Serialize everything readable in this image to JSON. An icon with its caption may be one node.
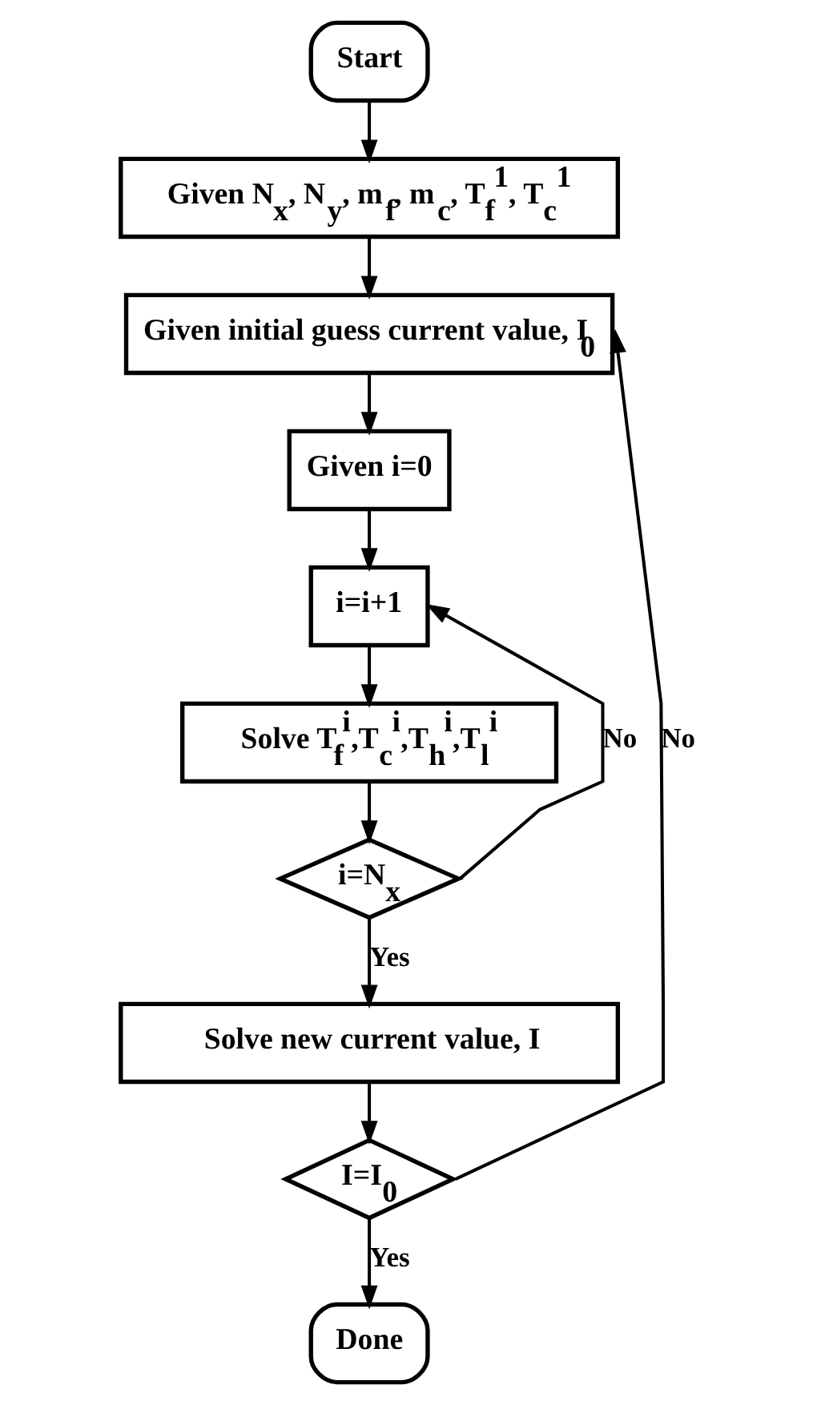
{
  "diagram": {
    "nodes": [
      {
        "text": [
          "Start"
        ]
      },
      {
        "text": [
          "Given N$_{x}$, N$_{y}$, m$_{f}$, m$_{c}$, T$_{f}$$^{1}$, T$_{c}$$^{1}$"
        ]
      },
      {
        "text": [
          "Given initial guess current value, I$_{0}$"
        ]
      },
      {
        "text": [
          "Given i=0"
        ]
      },
      {
        "text": [
          "i=i+1"
        ]
      },
      {
        "text": [
          "Solve T$_{f}$$^{i}$,T$_{c}$$^{i}$,T$_{h}$$^{i}$,T$_{l}$$^{i}$"
        ]
      },
      {
        "text": [
          "i=N$_{x}$"
        ]
      },
      {
        "text": [
          "Solve new current value, I"
        ]
      },
      {
        "text": [
          "I=I$_{0}$"
        ]
      },
      {
        "text": [
          "Done"
        ]
      }
    ],
    "edges": [
      {
        "from": 0,
        "to": 1,
        "arrow": "to"
      },
      {
        "from": 1,
        "to": 2,
        "arrow": "to"
      },
      {
        "from": 2,
        "to": 3,
        "arrow": "to"
      },
      {
        "from": 3,
        "to": 4,
        "arrow": "to"
      },
      {
        "from": 4,
        "to": 5,
        "arrow": "to"
      },
      {
        "from": 5,
        "to": 6,
        "arrow": "to"
      },
      {
        "from": 6,
        "to": 4,
        "arrow": "to",
        "label": "No"
      },
      {
        "from": 6,
        "to": 7,
        "arrow": "to",
        "label": "Yes"
      },
      {
        "from": 7,
        "to": 8,
        "arrow": "to"
      },
      {
        "from": 8,
        "to": 2,
        "arrow": "to",
        "label": "No"
      },
      {
        "from": 8,
        "to": 9,
        "arrow": "to",
        "label": "Yes"
      }
    ]
  }
}
